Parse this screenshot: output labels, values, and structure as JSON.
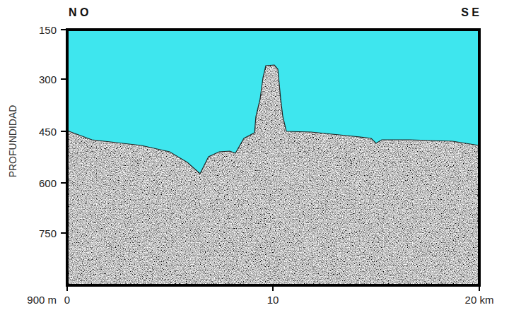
{
  "diagram": {
    "labels": [
      "N O",
      "S E",
      "PROFUNDIDAD",
      "150",
      "300",
      "450",
      "600",
      "750",
      "900 m",
      "0",
      "10",
      "20 km"
    ]
  }
}
